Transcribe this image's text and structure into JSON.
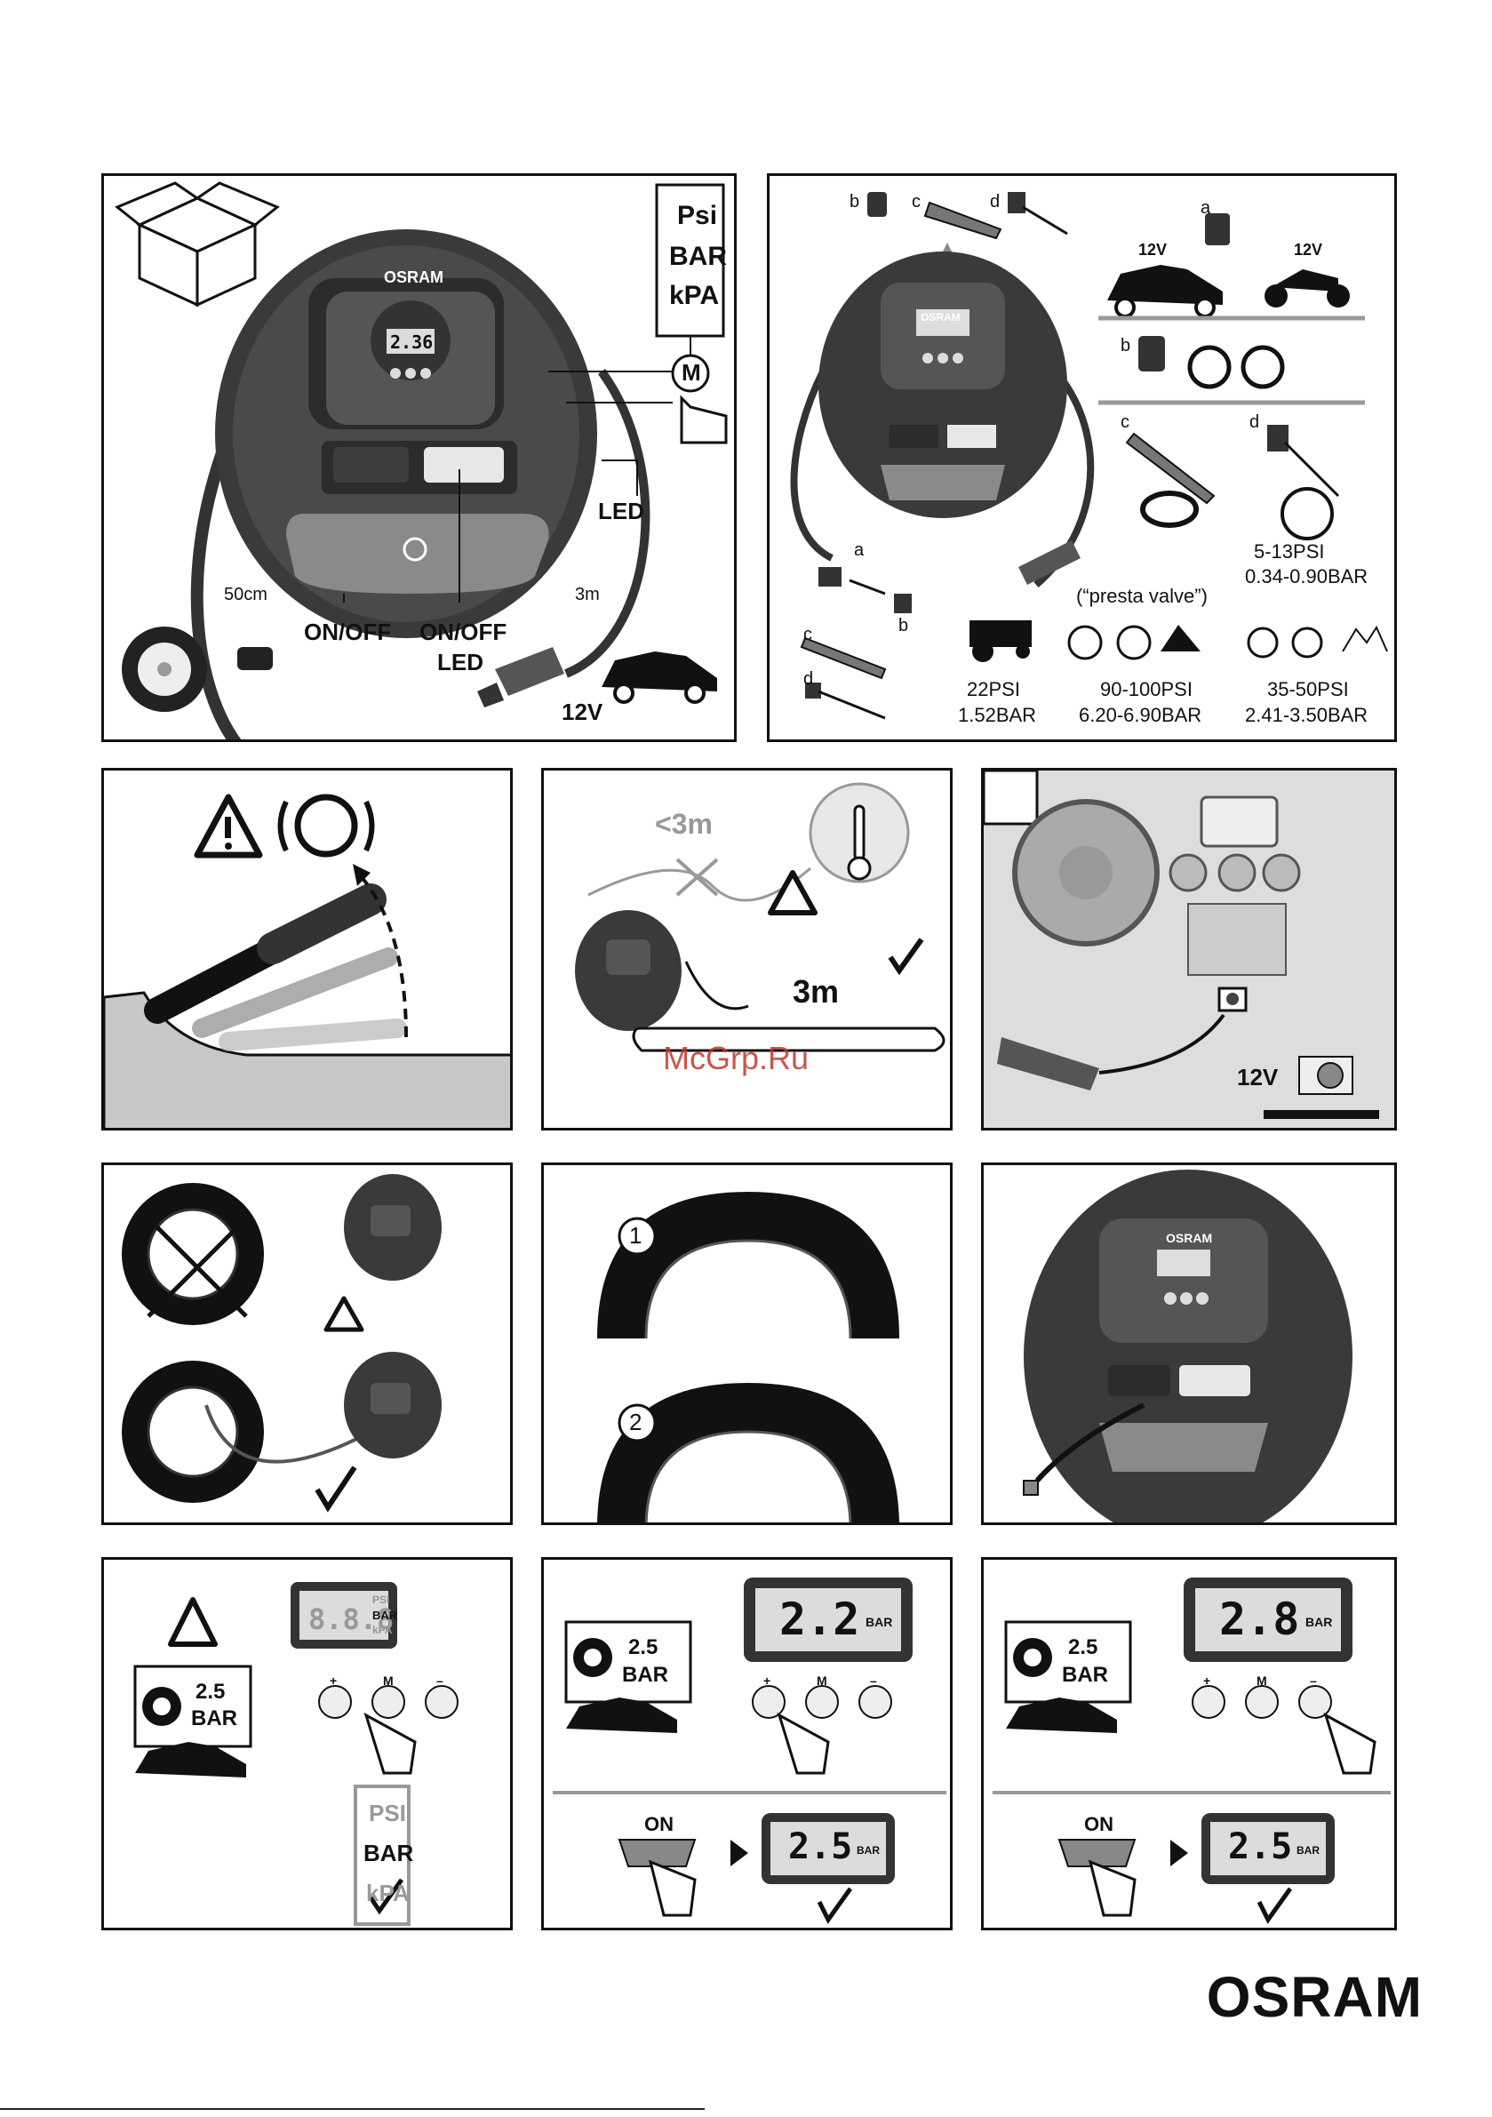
{
  "panel1": {
    "brand": "OSRAM",
    "display_value": "2.36",
    "units": [
      "Psi",
      "BAR",
      "kPA"
    ],
    "mode_button": "M",
    "led_label": "LED",
    "cable_length": "50cm",
    "cord_length": "3m",
    "power_label": "ON/OFF",
    "led_switch_label_1": "ON/OFF",
    "led_switch_label_2": "LED",
    "voltage": "12V"
  },
  "panel2": {
    "brand": "OSRAM",
    "adapters": [
      "a",
      "b",
      "c",
      "d"
    ],
    "car_voltage": "12V",
    "moto_voltage": "12V",
    "ball_psi": "5-13PSI",
    "ball_bar": "0.34-0.90BAR",
    "presta_note": "(“presta valve”)",
    "mower_psi": "22PSI",
    "mower_bar": "1.52BAR",
    "road_psi": "90-100PSI",
    "road_bar": "6.20-6.90BAR",
    "mtb_psi": "35-50PSI",
    "mtb_bar": "2.41-3.50BAR"
  },
  "panel4": {
    "distance_bad": "<3m",
    "distance_good": "3m"
  },
  "panel5": {
    "voltage": "12V"
  },
  "panel7": {
    "step1": "1",
    "step2": "2"
  },
  "panel8": {
    "brand": "OSRAM"
  },
  "panel9": {
    "lcd": "8.8.8",
    "lcd_units": [
      "PSI",
      "BAR",
      "kPA"
    ],
    "buttons": [
      "+",
      "M",
      "–"
    ],
    "book_value": "2.5",
    "book_unit": "BAR",
    "units_list": [
      "PSI",
      "BAR",
      "kPA"
    ]
  },
  "panel10": {
    "lcd": "2.2",
    "lcd_unit": "BAR",
    "buttons": [
      "+",
      "M",
      "–"
    ],
    "book_value": "2.5",
    "book_unit": "BAR",
    "on": "ON",
    "result": "2.5",
    "result_unit": "BAR"
  },
  "panel11": {
    "lcd": "2.8",
    "lcd_unit": "BAR",
    "buttons": [
      "+",
      "M",
      "–"
    ],
    "book_value": "2.5",
    "book_unit": "BAR",
    "on": "ON",
    "result": "2.5",
    "result_unit": "BAR"
  },
  "footer": {
    "brand": "OSRAM",
    "watermark": "McGrp.Ru"
  },
  "colors": {
    "ink": "#111111",
    "device_dark": "#3a3a3a",
    "device_mid": "#6b6b6b",
    "panel_grey": "#bdbdbd",
    "lcd_bg": "#dcdcdc"
  }
}
